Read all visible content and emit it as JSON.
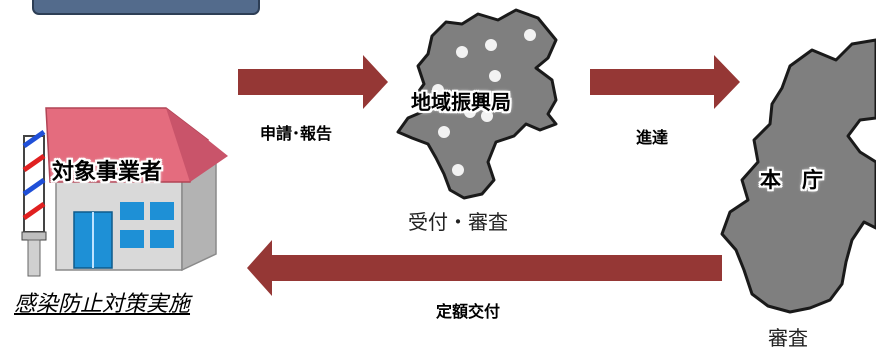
{
  "business": {
    "label": "対象事業者",
    "action": "感染防止対策実施"
  },
  "regional_office": {
    "label": "地域振興局",
    "role": "受付・審査"
  },
  "head_office": {
    "label": "本　庁",
    "role": "審査"
  },
  "flows": {
    "apply": "申請･報告",
    "forward": "進達",
    "pay": "定額交付"
  },
  "colors": {
    "arrow": "#953735",
    "map_fill": "#7f7f7f",
    "map_stroke": "#1a1a1a",
    "roof": "#e46c7e",
    "wall": "#d9d9d9",
    "window": "#1e90d6",
    "header_box": "#536b8c"
  }
}
